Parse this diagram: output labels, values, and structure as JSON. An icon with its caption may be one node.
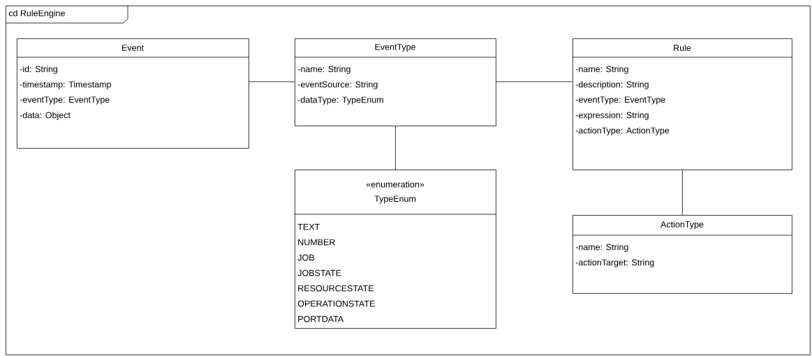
{
  "diagram": {
    "nodes": [
      {
        "text": [
          "cd RuleEngine"
        ]
      },
      {
        "text": [
          "Event",
          "-id: String",
          "-timestamp: Timestamp",
          "-eventType: EventType",
          "-data: Object"
        ],
        "in": 0
      },
      {
        "text": [
          "EventType",
          "-name: String",
          "-eventSource: String",
          "-dataType: TypeEnum"
        ],
        "in": 0
      },
      {
        "text": [
          "Rule",
          "-name: String",
          "-description: String",
          "-eventType: EventType",
          "-expression: String",
          "-actionType: ActionType"
        ],
        "in": 0
      },
      {
        "text": [
          "«enumeration»",
          "TypeEnum",
          "TEXT",
          "NUMBER",
          "JOB",
          "JOBSTATE",
          "RESOURCESTATE",
          "OPERATIONSTATE",
          "PORTDATA"
        ],
        "in": 0
      },
      {
        "text": [
          "ActionType",
          "-name: String",
          "-actionTarget: String"
        ],
        "in": 0
      }
    ],
    "edges": [
      {
        "from": 1,
        "to": 2,
        "arrow": "none"
      },
      {
        "from": 2,
        "to": 3,
        "arrow": "none"
      },
      {
        "from": 2,
        "to": 4,
        "arrow": "none"
      },
      {
        "from": 3,
        "to": 5,
        "arrow": "none"
      }
    ]
  }
}
